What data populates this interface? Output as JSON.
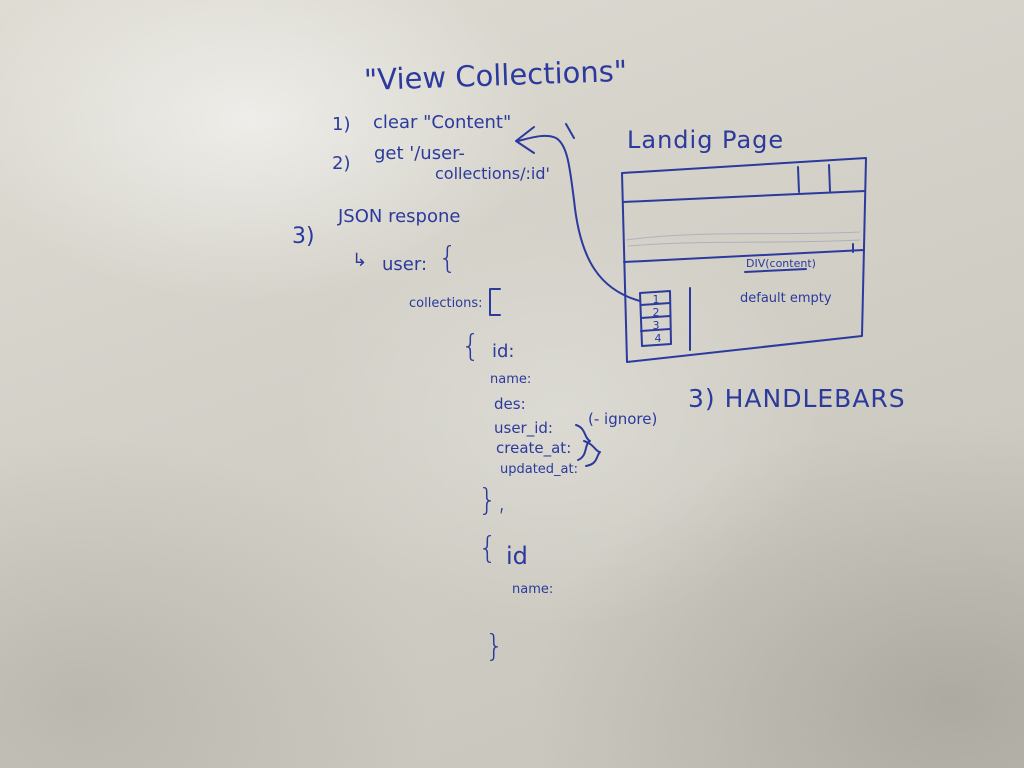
{
  "whiteboard": {
    "title": "\"View Collections\"",
    "steps": [
      {
        "number": "1)",
        "text": "clear \"Content\""
      },
      {
        "number": "2)",
        "text": "get '/user-",
        "continuation": "collections/:id'"
      },
      {
        "number": "3)",
        "text": "JSON respone"
      }
    ],
    "json": {
      "arrow_label": "↳",
      "user_key": "user:",
      "open_brace": "{",
      "collections_key": "collections:",
      "open_bracket": "[",
      "item1_open": "{",
      "item1_id": "id:",
      "fields": [
        "name:",
        "des:",
        "user_id:",
        "create_at:",
        "updated_at:"
      ],
      "ignore_note": "(- ignore)",
      "item1_close": "},",
      "item2_open": "{",
      "item2_id": "id",
      "item2_name": "name:",
      "item2_close": "}"
    },
    "handlebars": "3) HANDLEBARS",
    "landing_page": {
      "title": "Landig Page",
      "content_label": "DIV(content)",
      "content_note": "default empty",
      "list_numbers": [
        "1",
        "2",
        "3",
        "4"
      ]
    },
    "ink_color": "#2b3a9c"
  }
}
